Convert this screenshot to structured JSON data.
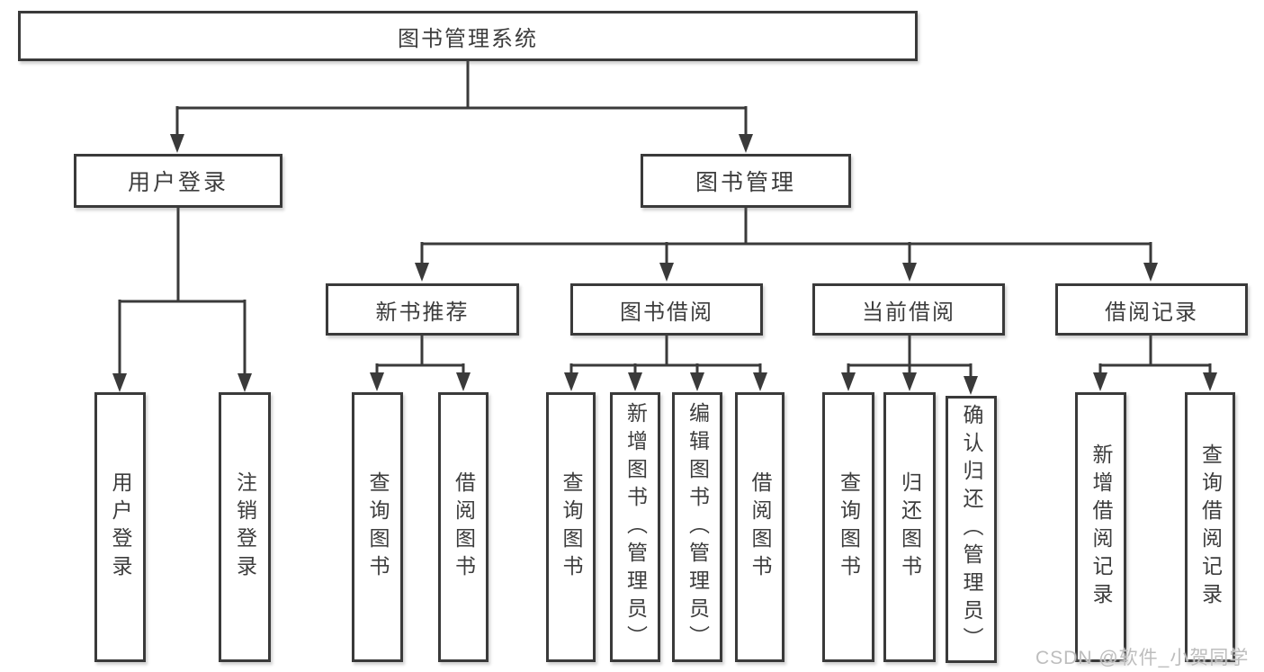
{
  "diagram": {
    "root": {
      "label": "图书管理系统"
    },
    "branches": [
      {
        "label": "用户登录",
        "children": [
          "用户登录",
          "注销登录"
        ]
      },
      {
        "label": "图书管理"
      }
    ],
    "modules": [
      {
        "label": "新书推荐",
        "children": [
          "查询图书",
          "借阅图书"
        ]
      },
      {
        "label": "图书借阅",
        "children": [
          "查询图书",
          "新增图书（管理员）",
          "编辑图书（管理员）",
          "借阅图书"
        ]
      },
      {
        "label": "当前借阅",
        "children": [
          "查询图书",
          "归还图书",
          "确认归还（管理员）"
        ]
      },
      {
        "label": "借阅记录",
        "children": [
          "新增借阅记录",
          "查询借阅记录"
        ]
      }
    ]
  },
  "watermark": {
    "label": "CSDN @软件_小贺同学"
  },
  "colors": {
    "line": "#3a3a3a",
    "text": "#3d3d3d",
    "box_background": "#ffffff",
    "page_background": "#ffffff",
    "watermark": "#bdbdbd"
  }
}
